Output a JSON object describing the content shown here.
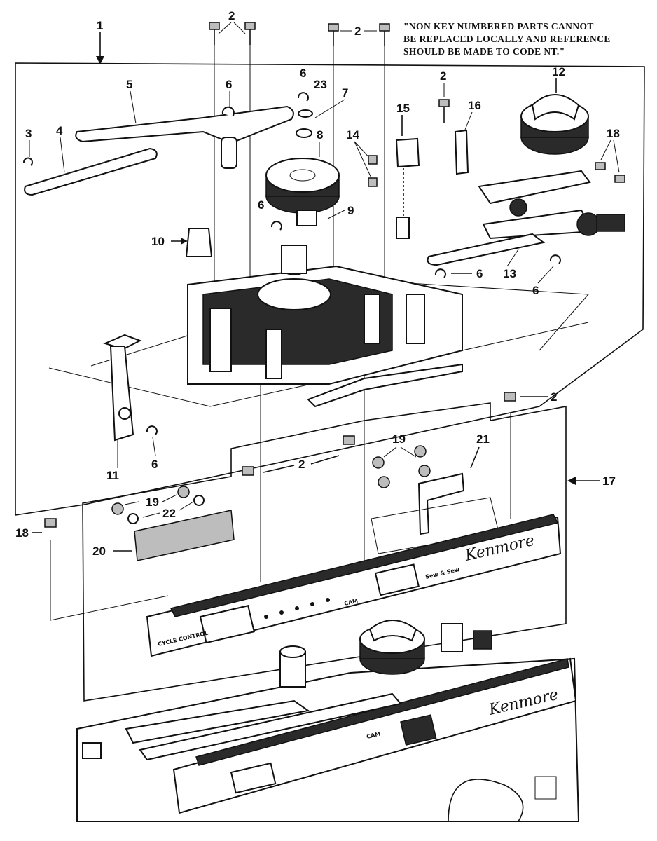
{
  "note": {
    "line1": "\"NON KEY NUMBERED PARTS CANNOT",
    "line2": "BE REPLACED LOCALLY AND REFERENCE",
    "line3": "SHOULD BE MADE TO CODE NT.\""
  },
  "callouts": {
    "c1": "1",
    "c2a": "2",
    "c2b": "2",
    "c2c": "2",
    "c2d": "2",
    "c2e": "2",
    "c3": "3",
    "c4": "4",
    "c5": "5",
    "c6a": "6",
    "c6b": "6",
    "c6c": "6",
    "c6d": "6",
    "c6e": "6",
    "c6f": "6",
    "c7": "7",
    "c8": "8",
    "c9": "9",
    "c10": "10",
    "c11": "11",
    "c12": "12",
    "c13": "13",
    "c14": "14",
    "c15": "15",
    "c16": "16",
    "c17": "17",
    "c18a": "18",
    "c18b": "18",
    "c19a": "19",
    "c19b": "19",
    "c20": "20",
    "c21": "21",
    "c22": "22",
    "c23": "23"
  },
  "panel": {
    "brand": "Kenmore",
    "brand_script": "Sew & Sew",
    "cam_label": "CAM",
    "cycle_label": "CYCLE CONTROL"
  }
}
